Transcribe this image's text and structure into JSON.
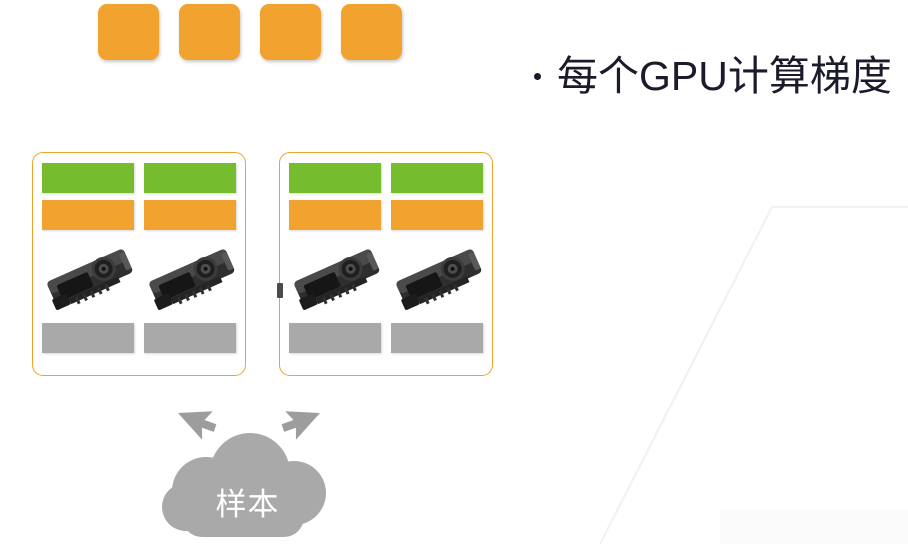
{
  "slide": {
    "title_text": "每个GPU计算梯度",
    "bullet_glyph": "•",
    "background_color": "#ffffff"
  },
  "top_chunks": {
    "count": 4,
    "color": "#f2a22e",
    "items": [
      {
        "id": "chunk-1"
      },
      {
        "id": "chunk-2"
      },
      {
        "id": "chunk-3"
      },
      {
        "id": "chunk-4"
      }
    ]
  },
  "servers": [
    {
      "id": "server-left",
      "border_color": "#f0a32c",
      "columns": [
        {
          "green": "#76bc2f",
          "orange": "#f2a22e",
          "gray": "#a9a9a9",
          "device": "gpu-card"
        },
        {
          "green": "#76bc2f",
          "orange": "#f2a22e",
          "gray": "#a9a9a9",
          "device": "gpu-card"
        }
      ]
    },
    {
      "id": "server-right",
      "border_color": "#f0a32c",
      "columns": [
        {
          "green": "#76bc2f",
          "orange": "#f2a22e",
          "gray": "#a9a9a9",
          "device": "gpu-card"
        },
        {
          "green": "#76bc2f",
          "orange": "#f2a22e",
          "gray": "#a9a9a9",
          "device": "gpu-card"
        }
      ]
    }
  ],
  "cloud": {
    "label": "样本",
    "fill_color": "#a9a9a9",
    "label_color": "#ffffff",
    "arrows": [
      {
        "id": "arrow-left",
        "direction": "up-left"
      },
      {
        "id": "arrow-right",
        "direction": "up-right"
      }
    ]
  },
  "decoration": {
    "line_color": "#f2f2f2",
    "shape": "angled-polyline"
  }
}
